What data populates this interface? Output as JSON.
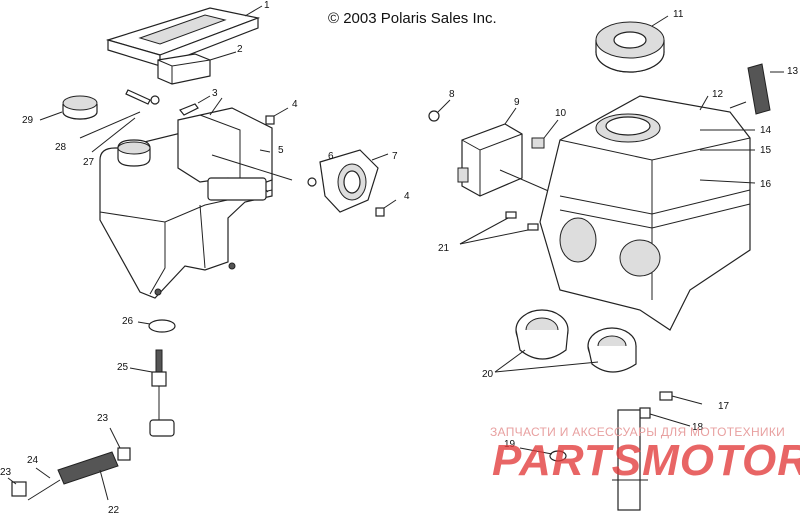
{
  "header": {
    "copyright": "© 2003 Polaris Sales Inc."
  },
  "watermark": {
    "line1": "ЗАПЧАСТИ И АКСЕССУАРЫ ДЛЯ МОТОТЕХНИКИ",
    "line2": "PARTSMOTOR.RU",
    "color": "#e23a3a"
  },
  "callouts": [
    "1",
    "2",
    "3",
    "4",
    "5",
    "6",
    "7",
    "4",
    "8",
    "9",
    "10",
    "11",
    "12",
    "13",
    "14",
    "15",
    "16",
    "21",
    "20",
    "17",
    "18",
    "19",
    "26",
    "25",
    "23",
    "24",
    "22",
    "23",
    "29",
    "28",
    "27"
  ]
}
